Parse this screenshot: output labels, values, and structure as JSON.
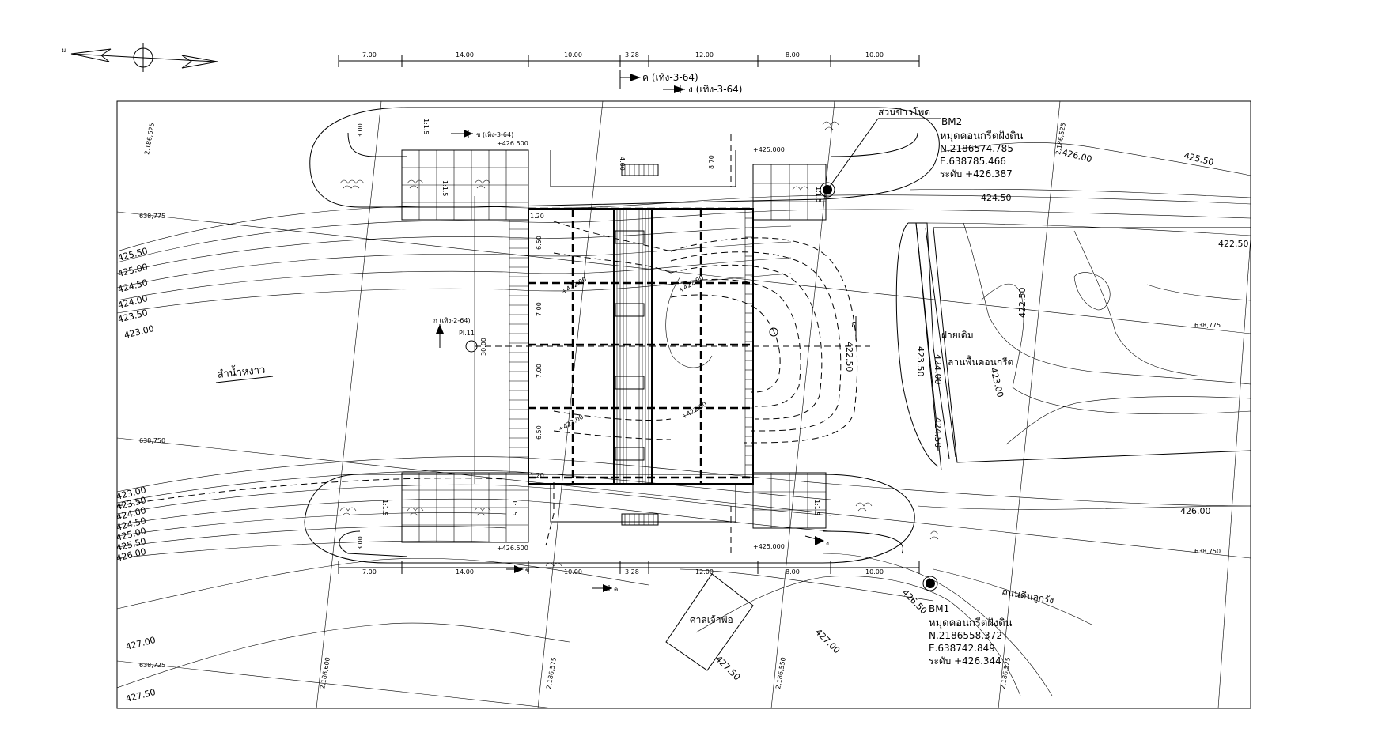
{
  "dimensions_top": [
    "7.00",
    "14.00",
    "10.00",
    "3.28",
    "12.00",
    "8.00",
    "10.00"
  ],
  "dimensions_bottom": [
    "7.00",
    "14.00",
    "10.00",
    "3.28",
    "12.00",
    "8.00",
    "10.00"
  ],
  "north_arrow_letter": "ม",
  "section_marks": {
    "kho_top": "ค (เทิง-3-64)",
    "ngo_top": "ง (เทิง-3-64)",
    "kho_left": "ข (เทิง-3-64)",
    "ko_left": "ก (เทิง-2-64)",
    "ko_right": "ก",
    "kho_bottom": "ข",
    "kho2_bottom": "ค",
    "ngo_bottom": "ง"
  },
  "levels": [
    "+426.500",
    "+425.000",
    "+426.500",
    "+425.000",
    "+422.00",
    "+422.00",
    "+422.00",
    "+422.00"
  ],
  "slopes": [
    "1:1.5",
    "1:1.5",
    "1:1.5",
    "1:1.5",
    "1:1.5",
    "1:1.5"
  ],
  "inner_dims": [
    "3.00",
    "8.70",
    "6.50",
    "7.00",
    "7.00",
    "6.50",
    "1.20",
    "1.20",
    "3.00",
    "30.00",
    "4.00"
  ],
  "pile_label": "PI.11",
  "bm2": {
    "label": "BM2",
    "type": "หมุดคอนกรีตฝังดิน",
    "n": "N.2186574.785",
    "e": "E.638785.466",
    "level": "ระดับ +426.387"
  },
  "bm1": {
    "label": "BM1",
    "type": "หมุดคอนกรีตฝังดิน",
    "n": "N.2186558.372",
    "e": "E.638742.849",
    "level": "ระดับ +426.344"
  },
  "place_labels": {
    "corn_field": "สวนข้าวโพด",
    "stream": "ลำน้ำหงาว",
    "old_weir": "ฝายเดิม",
    "concrete_floor": "ลานพื้นคอนกรีต",
    "laterite_road": "ถนนดินลูกรัง",
    "shrine": "ศาลเจ้าพ่อ"
  },
  "contours_left": [
    "425.50",
    "425.00",
    "424.50",
    "424.00",
    "423.50",
    "423.00"
  ],
  "contours_left_bottom": [
    "423.00",
    "423.50",
    "424.00",
    "424.50",
    "425.00",
    "425.50",
    "426.00"
  ],
  "contours_misc": {
    "c427": "427.00",
    "c4275": "427.50",
    "c426r": "426.00",
    "c4255r": "425.50",
    "c4245": "424.50",
    "c4225r": "422.50",
    "c4225v": "422.50",
    "c4225c": "422.50",
    "c4235": "423.50",
    "c424a": "424.00",
    "c4245b": "424.50",
    "c423": "423.00",
    "c4265": "426.50",
    "c427b": "427.00",
    "c4275b": "427.50",
    "c426b": "426.00"
  },
  "grid_east": [
    "638,775",
    "638,750",
    "638,725",
    "638,775",
    "638,750"
  ],
  "grid_north": [
    "2,186,625",
    "2,186,600",
    "2,186,575",
    "2,186,550",
    "2,186,525",
    "2,186,525"
  ]
}
